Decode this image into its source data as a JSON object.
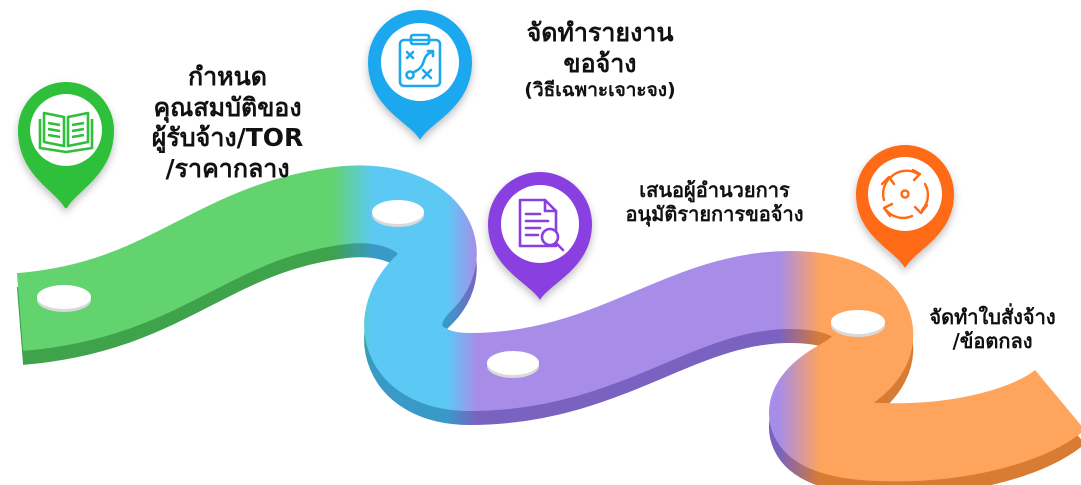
{
  "steps": [
    {
      "id": "define-qualifications",
      "icon": "open-book-icon",
      "color": "#2fbf3a",
      "label_lines": [
        "กำหนด",
        "คุณสมบัติของ",
        "ผู้รับจ้าง/TOR",
        "/ราคากลาง"
      ]
    },
    {
      "id": "prepare-hiring-report",
      "icon": "strategy-clipboard-icon",
      "color": "#1fa8ee",
      "label_lines": [
        "จัดทำรายงาน",
        "ขอจ้าง"
      ],
      "sublabel": "(วิธีเฉพาะเจาะจง)"
    },
    {
      "id": "propose-approval",
      "icon": "document-search-icon",
      "color": "#8a3fe0",
      "label_lines": [
        "เสนอผู้อำนวยการ",
        "อนุมัติรายการขอจ้าง"
      ]
    },
    {
      "id": "issue-order-agreement",
      "icon": "cycle-arrows-icon",
      "color": "#ff6a13",
      "label_lines": [
        "จัดทำใบสั่งจ้าง",
        "/ข้อตกลง"
      ]
    }
  ],
  "road_colors": {
    "green": "#62d36f",
    "green_side": "#3ea34a",
    "blue": "#5cc9f5",
    "blue_side": "#3a9ac7",
    "purple": "#a78de8",
    "purple_side": "#7a62c0",
    "orange": "#ffa45c",
    "orange_side": "#d97c33"
  }
}
